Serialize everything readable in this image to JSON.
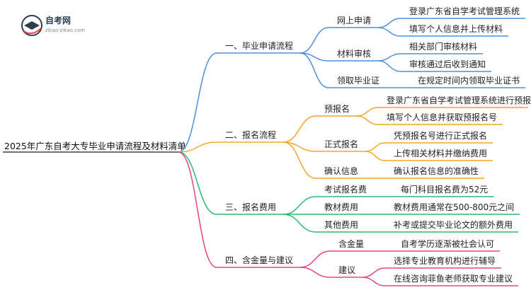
{
  "logo": {
    "title": "自考网",
    "subtitle": "zikao-zikao.com"
  },
  "root": "2025年广东自考大专毕业申请流程及材料清单",
  "colors": {
    "blue": "#4a90e2",
    "orange": "#f5a623",
    "green": "#2eb872",
    "pink": "#e8457a",
    "root_line": "#444444"
  },
  "branches": [
    {
      "label": "一、毕业申请流程",
      "color": "blue",
      "children": [
        {
          "label": "网上申请",
          "children": [
            "登录广东省自学考试管理系统",
            "填写个人信息并上传材料"
          ]
        },
        {
          "label": "材料审核",
          "children": [
            "相关部门审核材料",
            "审核通过后收到通知"
          ]
        },
        {
          "label": "领取毕业证",
          "children": [
            "在规定时间内领取毕业证书"
          ]
        }
      ]
    },
    {
      "label": "二、报名流程",
      "color": "orange",
      "children": [
        {
          "label": "预报名",
          "children": [
            "登录广东省自学考试管理系统进行预报名",
            "填写个人信息并获取预报名号"
          ]
        },
        {
          "label": "正式报名",
          "children": [
            "凭预报名号进行正式报名",
            "上传相关材料并缴纳费用"
          ]
        },
        {
          "label": "确认信息",
          "children": [
            "确认报名信息的准确性"
          ]
        }
      ]
    },
    {
      "label": "三、报名费用",
      "color": "green",
      "children": [
        {
          "label": "考试报名费",
          "children": [
            "每门科目报名费为52元"
          ]
        },
        {
          "label": "教材费用",
          "children": [
            "教材费用通常在500-800元之间"
          ]
        },
        {
          "label": "其他费用",
          "children": [
            "补考或提交毕业论文的额外费用"
          ]
        }
      ]
    },
    {
      "label": "四、含金量与建议",
      "color": "pink",
      "children": [
        {
          "label": "含金量",
          "children": [
            "自考学历逐渐被社会认可"
          ]
        },
        {
          "label": "建议",
          "children": [
            "选择专业教育机构进行辅导",
            "在线咨询菲鱼老师获取专业建议"
          ]
        }
      ]
    }
  ]
}
